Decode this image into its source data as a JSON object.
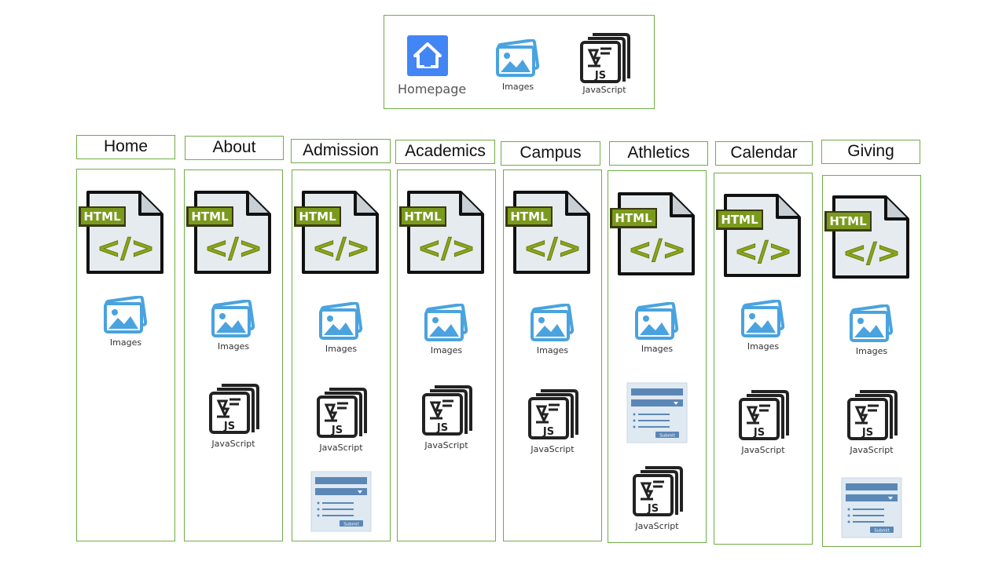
{
  "legend": {
    "homepage_label": "Homepage",
    "images_label": "Images",
    "javascript_label": "JavaScript"
  },
  "icons": {
    "html_file_text": "HTML",
    "html_code_text": "</>",
    "js_text": "JS",
    "form_button_text": "Submit"
  },
  "colors": {
    "border": "#70ad47",
    "html_badge": "#6b8e23",
    "html_code": "#8aa51a",
    "image_blue": "#4aa3df",
    "home_blue": "#4285f4",
    "form_bar": "#5b87b7"
  },
  "columns": [
    {
      "title": "Home",
      "items": [
        {
          "type": "html"
        },
        {
          "type": "images",
          "label": "Images"
        }
      ]
    },
    {
      "title": "About",
      "items": [
        {
          "type": "html"
        },
        {
          "type": "images",
          "label": "Images"
        },
        {
          "type": "js",
          "label": "JavaScript"
        }
      ]
    },
    {
      "title": "Admission",
      "items": [
        {
          "type": "html"
        },
        {
          "type": "images",
          "label": "Images"
        },
        {
          "type": "js",
          "label": "JavaScript"
        },
        {
          "type": "form"
        }
      ]
    },
    {
      "title": "Academics",
      "items": [
        {
          "type": "html"
        },
        {
          "type": "images",
          "label": "Images"
        },
        {
          "type": "js",
          "label": "JavaScript"
        }
      ]
    },
    {
      "title": "Campus",
      "items": [
        {
          "type": "html"
        },
        {
          "type": "images",
          "label": "Images"
        },
        {
          "type": "js",
          "label": "JavaScript"
        }
      ]
    },
    {
      "title": "Athletics",
      "items": [
        {
          "type": "html"
        },
        {
          "type": "images",
          "label": "Images"
        },
        {
          "type": "form"
        },
        {
          "type": "js",
          "label": "JavaScript"
        }
      ]
    },
    {
      "title": "Calendar",
      "items": [
        {
          "type": "html"
        },
        {
          "type": "images",
          "label": "Images"
        },
        {
          "type": "js",
          "label": "JavaScript"
        }
      ]
    },
    {
      "title": "Giving",
      "items": [
        {
          "type": "html"
        },
        {
          "type": "images",
          "label": "Images"
        },
        {
          "type": "js",
          "label": "JavaScript"
        },
        {
          "type": "form"
        }
      ]
    }
  ]
}
